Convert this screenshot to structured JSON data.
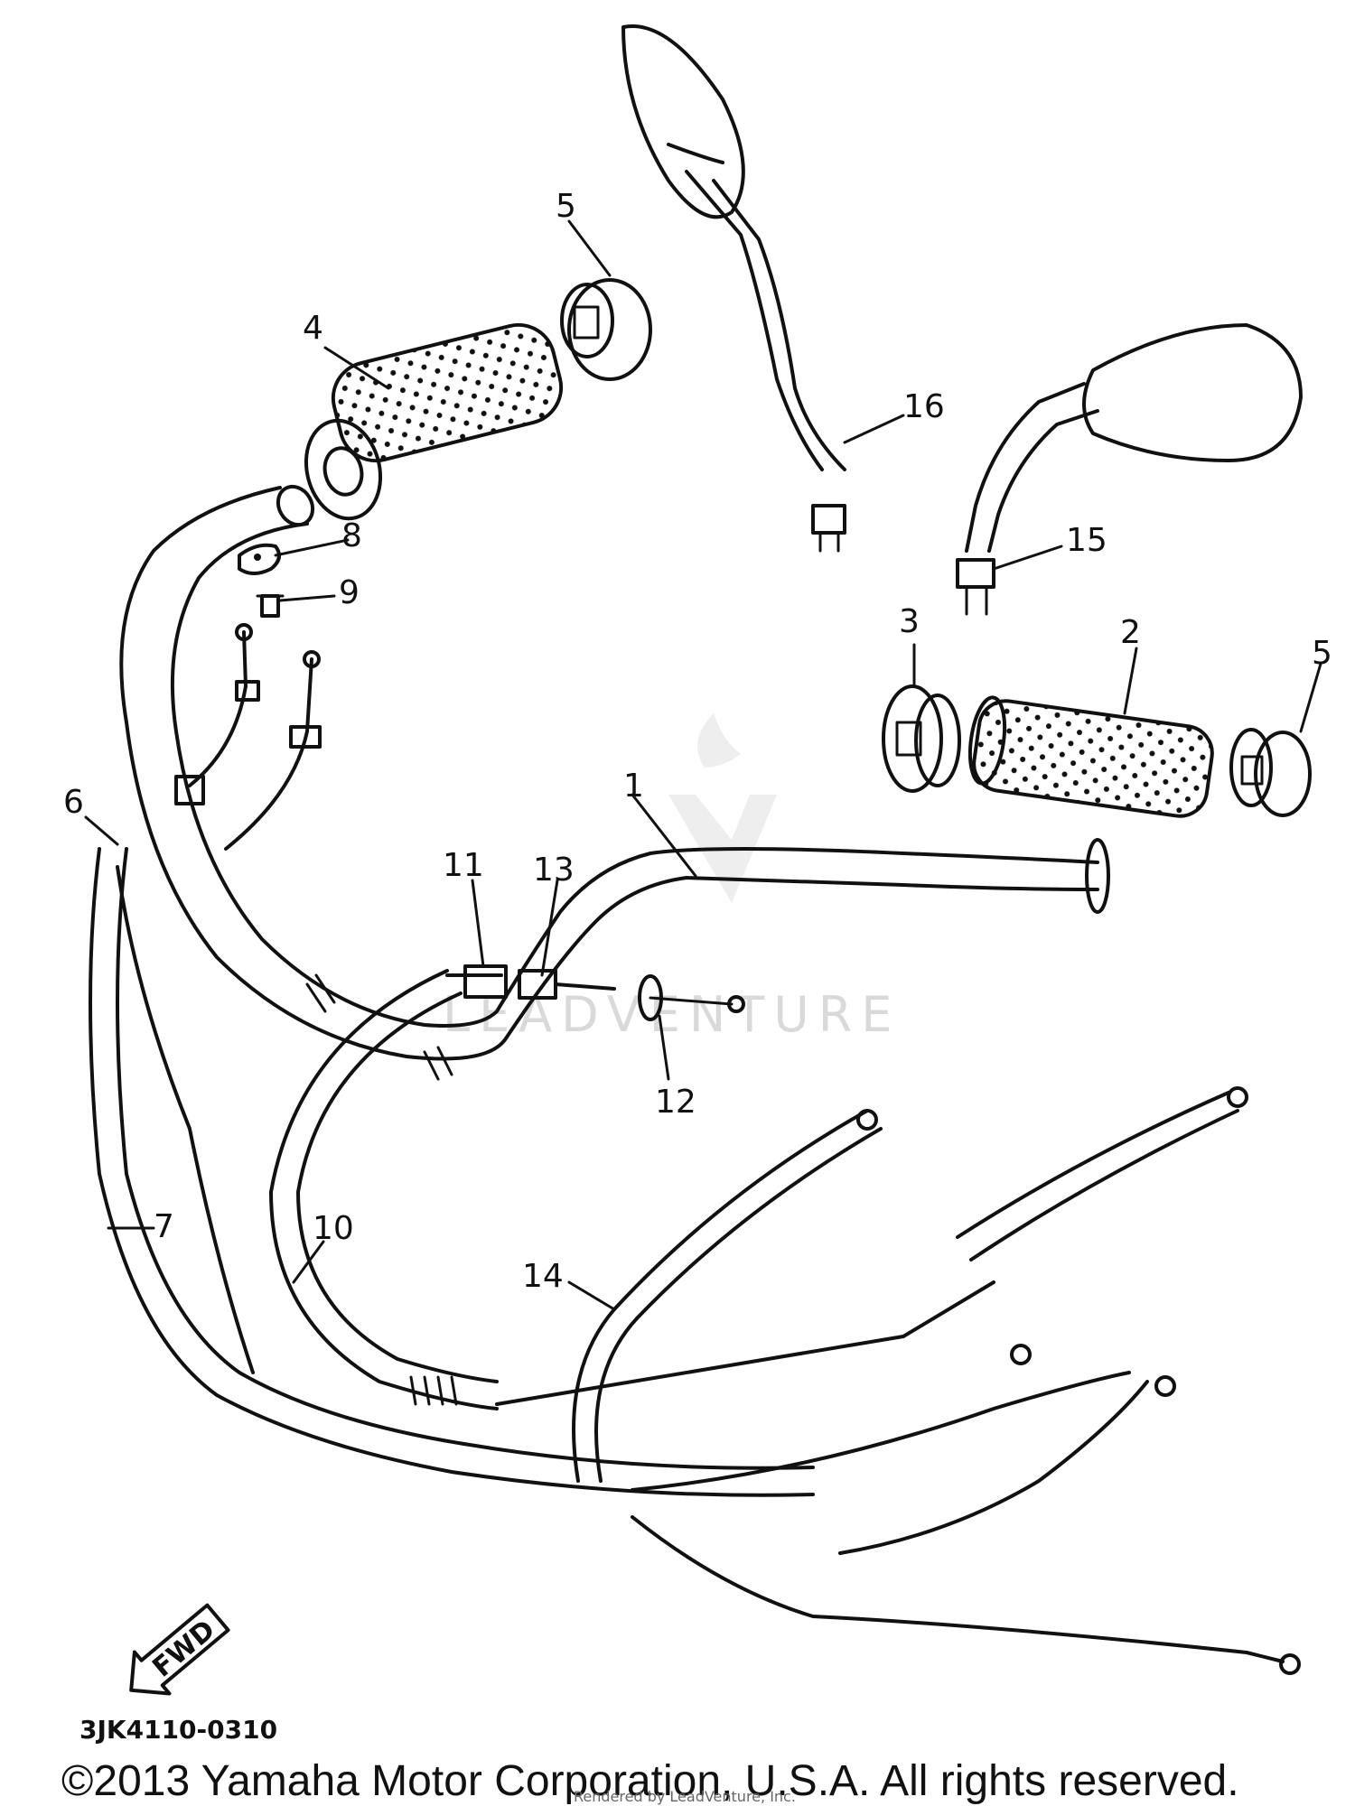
{
  "diagram": {
    "callouts": {
      "c1": "1",
      "c2": "2",
      "c3": "3",
      "c4": "4",
      "c5a": "5",
      "c5b": "5",
      "c6": "6",
      "c7": "7",
      "c8": "8",
      "c9": "9",
      "c10": "10",
      "c11": "11",
      "c12": "12",
      "c13": "13",
      "c14": "14",
      "c15": "15",
      "c16": "16"
    },
    "direction_label": "FWD",
    "drawing_code": "3JK4110-0310",
    "copyright": "©2013 Yamaha Motor Corporation, U.S.A. All rights reserved.",
    "watermark": "LEADVENTURE",
    "watermark_note": "Rendered by LeadVenture, Inc."
  }
}
